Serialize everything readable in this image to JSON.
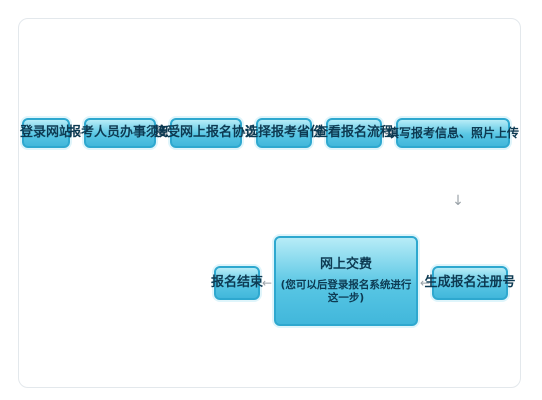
{
  "flow": {
    "row1": [
      "登录网站",
      "报考人员办事须知",
      "接受网上报名协议",
      "选择报考省份",
      "查看报名流程",
      "填写报考信息、照片上传"
    ],
    "row2_right": "生成报名注册号",
    "payment_line1": "网上交费",
    "payment_line2": "(您可以后登录报名系统进行这一步)",
    "end": "报名结束"
  },
  "icons": {
    "right": "→",
    "left": "←",
    "down": "↓"
  },
  "colors": {
    "node_fill": "#58c6e4",
    "node_border": "#2ea8cf",
    "node_text": "#0d3a52",
    "arrow": "#9aa2a8"
  }
}
